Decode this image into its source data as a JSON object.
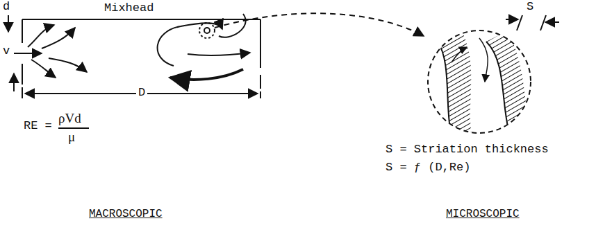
{
  "diagram": {
    "labels": [
      "d",
      "Mixhead",
      "v",
      "D",
      "RE =",
      "ρVd",
      "μ",
      "MACROSCOPIC",
      "S",
      "S = Striation thickness",
      "S = ƒ (D,Re)",
      "MICROSCOPIC"
    ]
  }
}
